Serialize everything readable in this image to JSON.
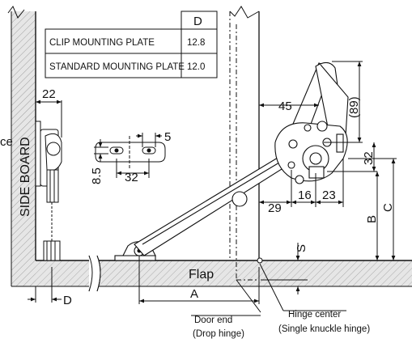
{
  "table": {
    "header": "D",
    "rows": [
      {
        "label": "CLIP MOUNTING PLATE",
        "value": "12.8"
      },
      {
        "label": "STANDARD MOUNTING PLATE",
        "value": "12.0"
      }
    ]
  },
  "labels": {
    "side_board": "SIDE BOARD",
    "flap": "Flap",
    "ce": "ce",
    "door_end": "Door end",
    "drop_hinge": "(Drop hinge)",
    "hinge_center": "Hinge center",
    "single_knuckle": "(Single knuckle hinge)"
  },
  "dimensions": {
    "d22": "22",
    "d45": "45",
    "d89": "(89)",
    "d5": "5",
    "d8_5": "8.5",
    "d32_plate": "32",
    "d32_right": "32",
    "d29": "29",
    "d16": "16",
    "d23": "23",
    "dB": "B",
    "dC": "C",
    "dS": "S",
    "dA": "A",
    "dD": "D"
  }
}
